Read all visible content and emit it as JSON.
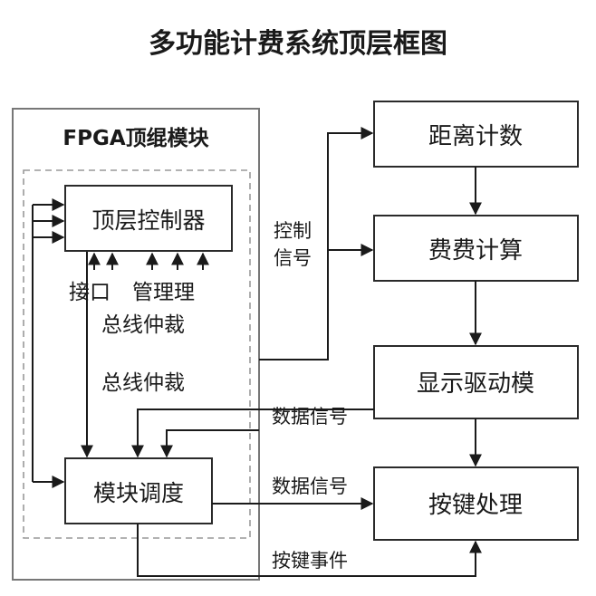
{
  "title": "多功能计费系统顶层框图",
  "fpga": {
    "label": "FPGA顶绲模块"
  },
  "nodes": {
    "top_controller": "顶层控制器",
    "scheduler": "模块调度",
    "distance": "距离计数",
    "fee": "费费计算",
    "display": "显示驱动模",
    "keys": "按键处理"
  },
  "labels": {
    "interface": "接口",
    "manage": "管理理",
    "bus_arb_1": "总线仲裁",
    "bus_arb_2": "总线仲裁",
    "ctrl_line1": "控制",
    "ctrl_line2": "信号",
    "data_signal_1": "数据信号",
    "data_signal_2": "数据信号",
    "key_event": "按键事件"
  },
  "colors": {
    "line": "#1a1a1a",
    "box_border": "#2a2a2a",
    "frame": "#777777",
    "dashed": "#999999"
  }
}
